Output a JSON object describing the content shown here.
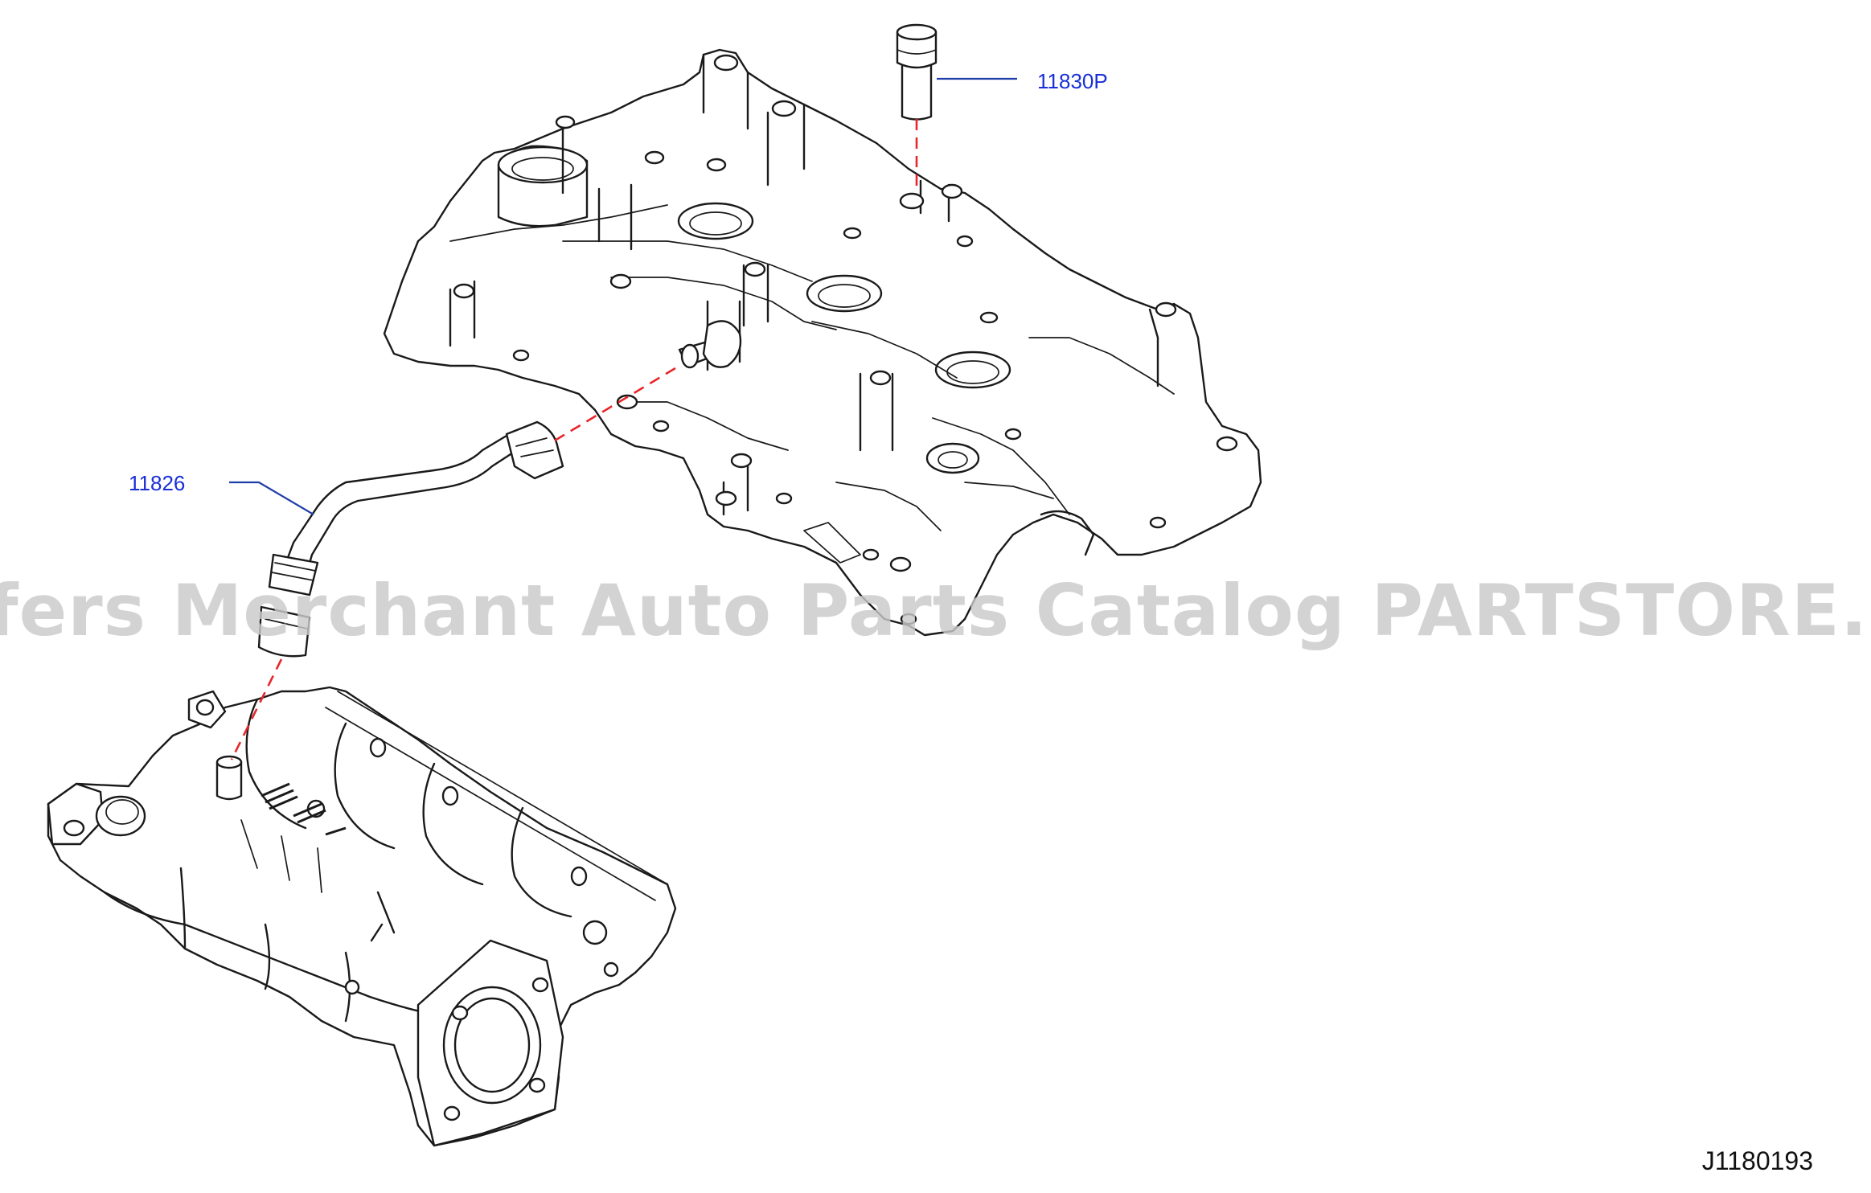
{
  "callouts": [
    {
      "part_number": "11830P"
    },
    {
      "part_number": "11826"
    }
  ],
  "watermark": "Offers Merchant Auto Parts Catalog PARTSTORE.SA",
  "diagram_code": "J1180193",
  "colors": {
    "line_art": "#1a1a1a",
    "connector_dash": "#e8262b",
    "callout_text": "#1a2fd6",
    "callout_leader": "#1f3fa8",
    "watermark": "#c9c9c9"
  }
}
